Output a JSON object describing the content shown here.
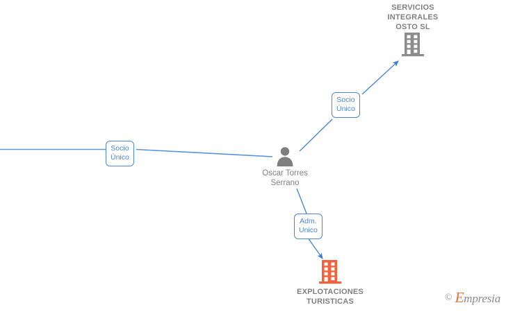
{
  "graph": {
    "title": "Empresia relationship graph",
    "colors": {
      "edge": "#4a86d8",
      "label_border": "#4a86d8",
      "label_text": "#4a86d8",
      "company_gray": "#8c8c8c",
      "company_orange": "#f4623c",
      "text_gray": "#7f7f7f",
      "watermark_orange": "#ef6c35"
    },
    "nodes": [
      {
        "id": "servicios-integrales-osto-sl",
        "type": "company",
        "icon": "building-icon",
        "icon_color": "#8c8c8c",
        "label_lines": [
          "SERVICIOS",
          "INTEGRALES",
          "OSTO  SL"
        ],
        "label_position": "above"
      },
      {
        "id": "oscar-torres-serrano",
        "type": "person",
        "icon": "person-icon",
        "icon_color": "#7f7f7f",
        "label_lines": [
          "Oscar Torres",
          "Serrano"
        ],
        "label_position": "below"
      },
      {
        "id": "explotaciones-turisticas",
        "type": "company",
        "icon": "building-icon",
        "icon_color": "#f4623c",
        "label_lines": [
          "EXPLOTACIONES",
          "TURISTICAS"
        ],
        "label_position": "below"
      }
    ],
    "edge_labels": [
      {
        "id": "socio-unico-left",
        "lines": [
          "Socio",
          "Único"
        ]
      },
      {
        "id": "socio-unico-right",
        "lines": [
          "Socio",
          "Único"
        ]
      },
      {
        "id": "adm-unico",
        "lines": [
          "Adm.",
          "Unico"
        ]
      }
    ]
  },
  "watermark": {
    "copyright": "©",
    "brand_initial": "E",
    "brand_rest": "mpresia"
  }
}
